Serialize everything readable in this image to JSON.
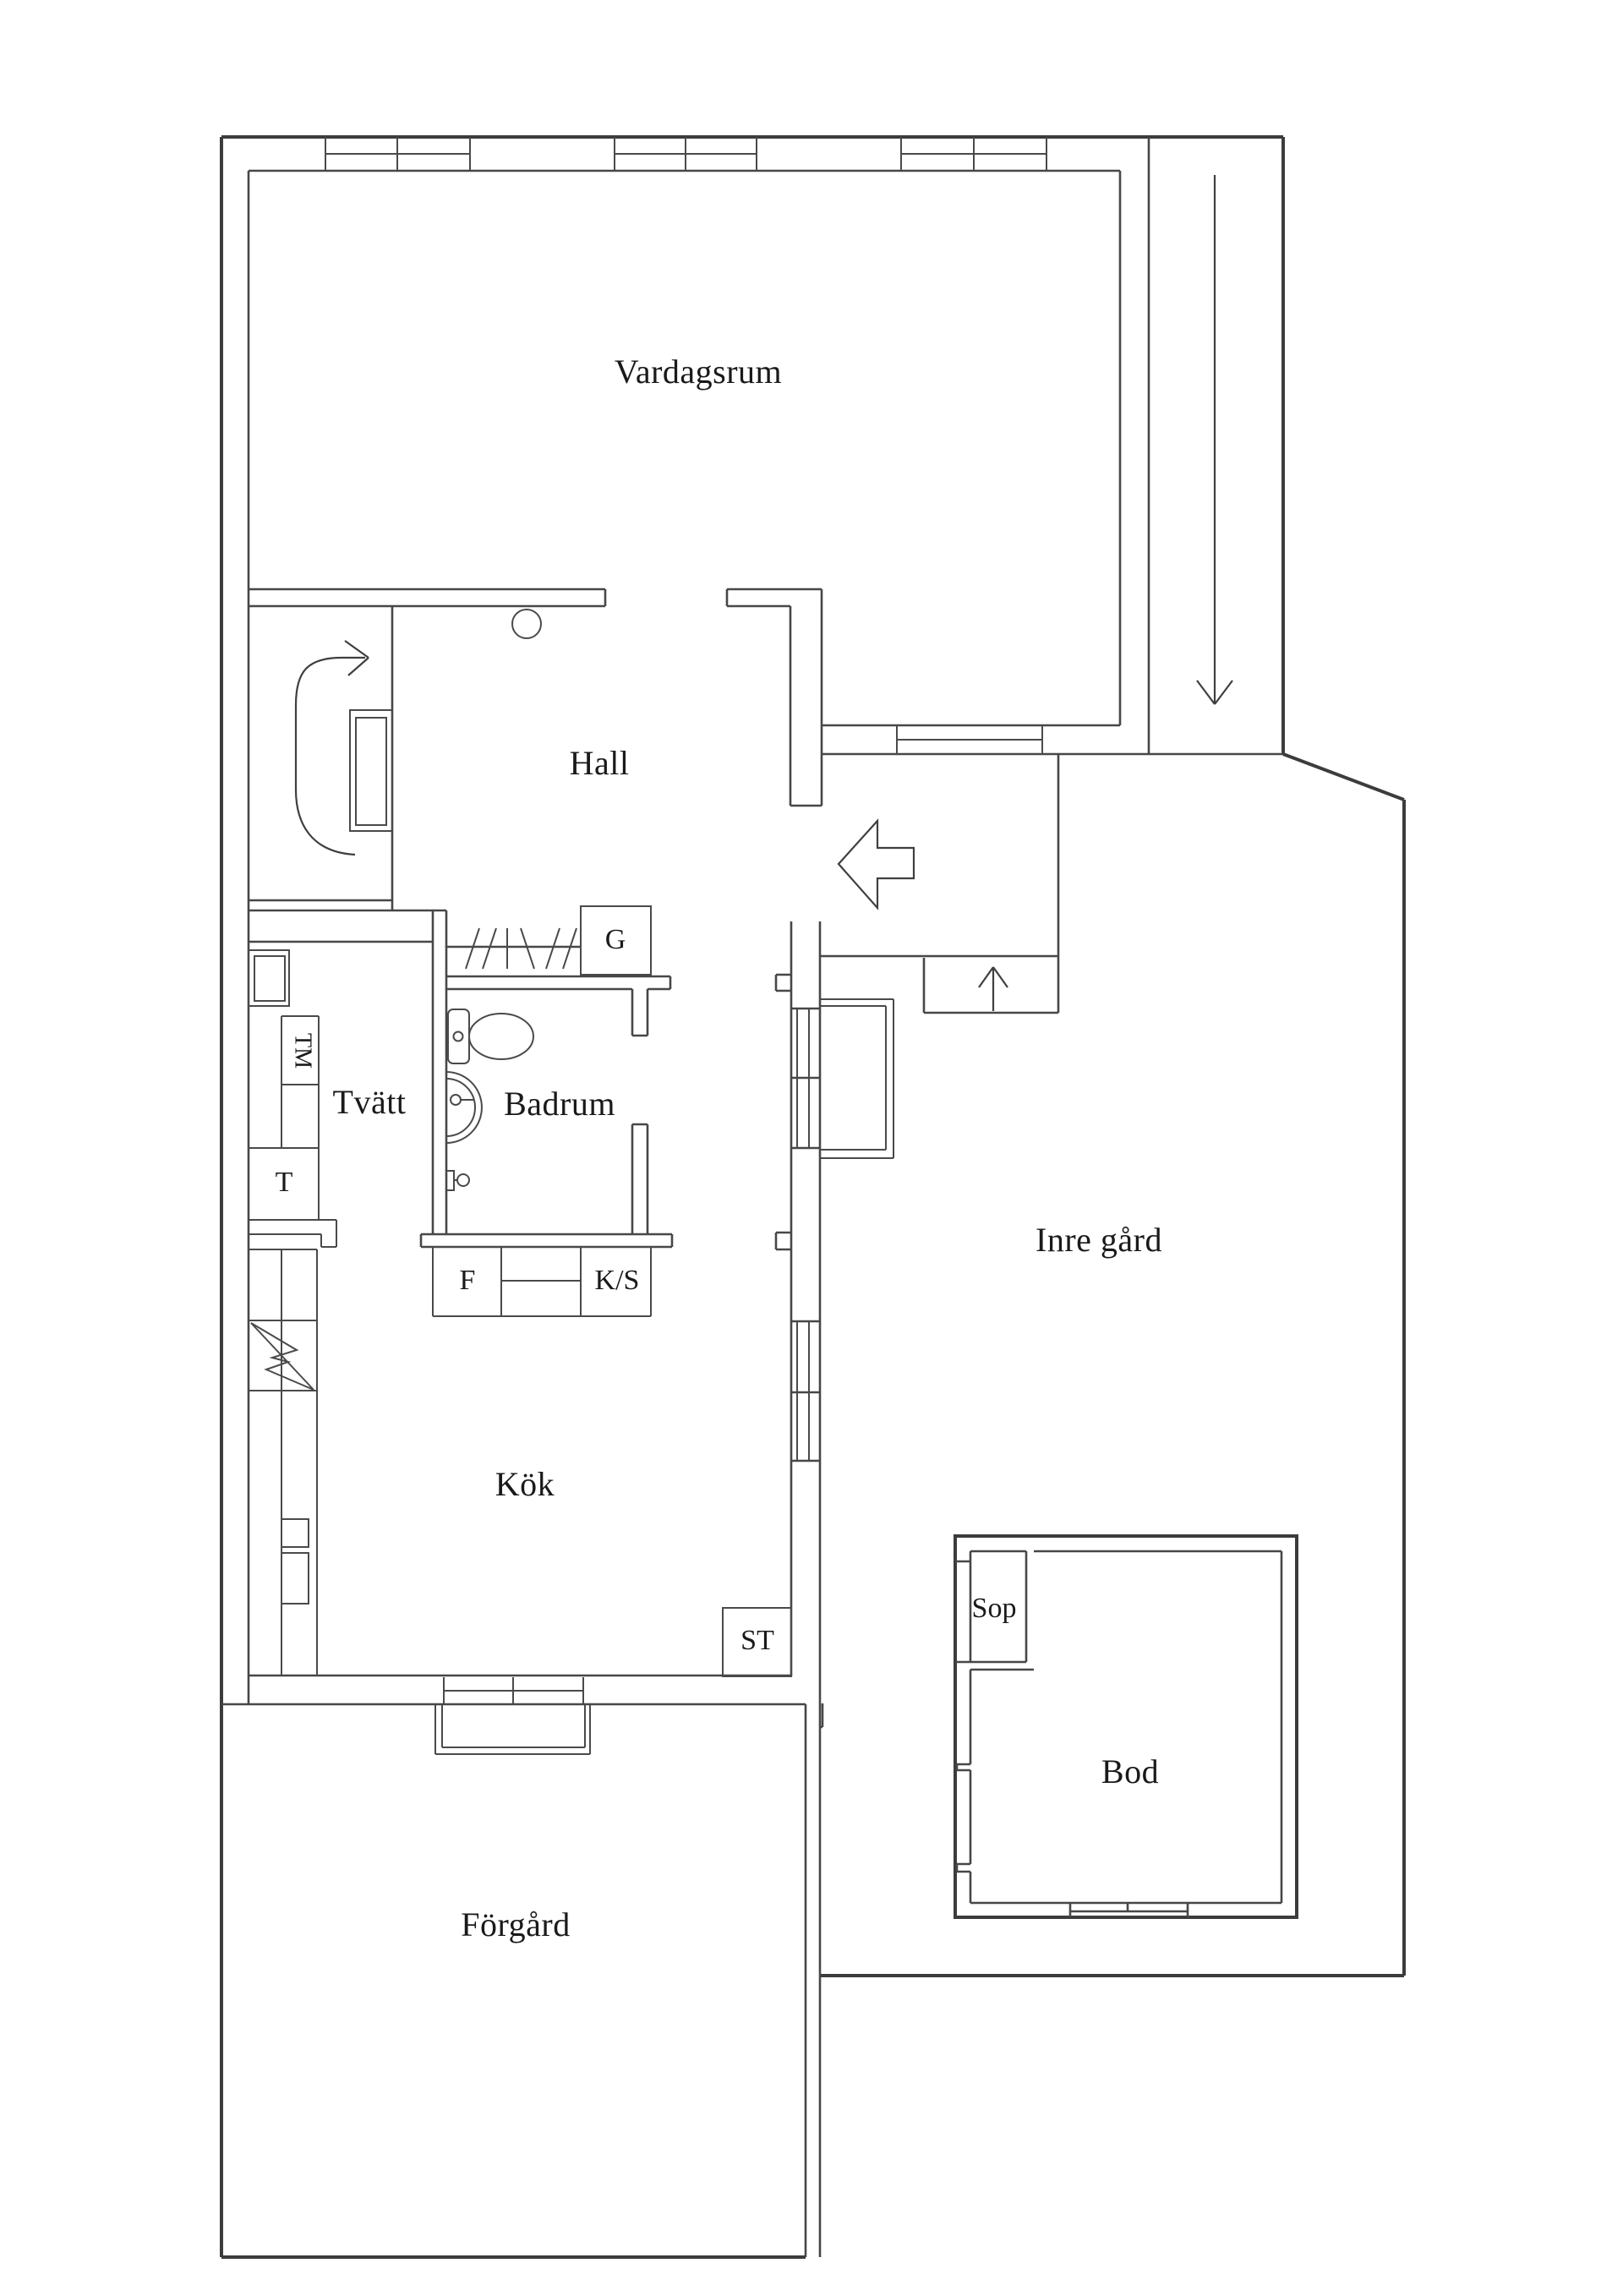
{
  "plan": {
    "title": "Floor plan",
    "background_color": "#ffffff",
    "wall_color": "#3c3c3c",
    "text_color": "#1a1a1a",
    "rooms": [
      {
        "id": "vardagsrum",
        "label": "Vardagsrum"
      },
      {
        "id": "hall",
        "label": "Hall"
      },
      {
        "id": "tvatt",
        "label": "Tvätt"
      },
      {
        "id": "badrum",
        "label": "Badrum"
      },
      {
        "id": "kok",
        "label": "Kök"
      },
      {
        "id": "inre-gard",
        "label": "Inre gård"
      },
      {
        "id": "sop",
        "label": "Sop"
      },
      {
        "id": "bod",
        "label": "Bod"
      },
      {
        "id": "forgard",
        "label": "Förgård"
      }
    ],
    "fixtures": [
      {
        "id": "garderob",
        "label": "G"
      },
      {
        "id": "tvattmaskin",
        "label": "TM"
      },
      {
        "id": "torktumlare",
        "label": "T"
      },
      {
        "id": "frys",
        "label": "F"
      },
      {
        "id": "kyl-sval",
        "label": "K/S"
      },
      {
        "id": "stad",
        "label": "ST"
      }
    ],
    "symbols": [
      "down-direction-arrow",
      "up-steps-arrow",
      "entry-arrow",
      "stair-up-arrow",
      "ceiling-light-circle",
      "toilet",
      "washbasin",
      "shower-mixer",
      "kitchen-sink",
      "electric-flash",
      "wardrobe-hatch-marks",
      "window-glazing-lines"
    ]
  }
}
